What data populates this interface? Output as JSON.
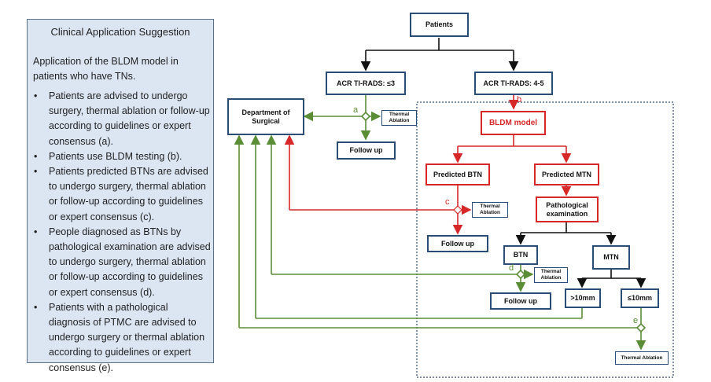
{
  "panel": {
    "title": "Clinical Application Suggestion",
    "intro": "Application of the BLDM model in patients who have TNs.",
    "bullet": "•",
    "items": [
      "Patients are advised to undergo surgery, thermal ablation or follow-up according to guidelines or expert consensus (a).",
      "Patients use BLDM testing (b).",
      "Patients predicted BTNs are advised to undergo surgery, thermal ablation or follow-up according to guidelines or expert consensus (c).",
      "People diagnosed as BTNs by pathological examination are advised to undergo surgery, thermal ablation or follow-up according to guidelines or expert consensus (d).",
      "Patients with a pathological diagnosis of PTMC are advised to undergo surgery or thermal ablation according to guidelines or expert consensus (e)."
    ]
  },
  "nodes": {
    "patients": "Patients",
    "tirads_low": "ACR TI-RADS: ≤3",
    "tirads_high": "ACR TI-RADS: 4-5",
    "dept_surgical": "Department of Surgical",
    "followup_a": "Follow up",
    "bldm_model": "BLDM model",
    "predicted_btn": "Predicted BTN",
    "predicted_mtn": "Predicted MTN",
    "pathological_exam": "Pathological examination",
    "followup_c": "Follow up",
    "btn": "BTN",
    "mtn": "MTN",
    "followup_d": "Follow up",
    "gt10": ">10mm",
    "le10": "≤10mm"
  },
  "ablation": {
    "a": "Thermal Ablation",
    "c": "Thermal Ablation",
    "d": "Thermal Ablation",
    "e": "Thermal Ablation"
  },
  "labels": {
    "a": "a",
    "b": "b",
    "c": "c",
    "d": "d",
    "e": "e"
  },
  "colors": {
    "green": "#5a8d36",
    "red": "#d62828",
    "black": "#111111",
    "box_border": "#2a4d75",
    "panel_bg": "#dce6f2",
    "dotted": "#2a4d75"
  }
}
